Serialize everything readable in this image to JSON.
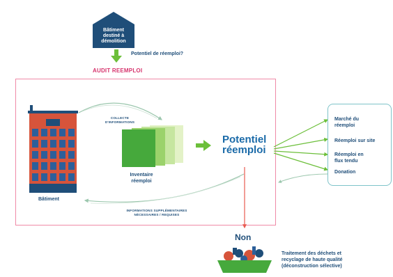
{
  "top": {
    "building_lines": [
      "Bâtiment",
      "destiné à",
      "démolition"
    ],
    "question": "Potentiel de réemploi?"
  },
  "audit": {
    "label": "AUDIT REEMPLOI",
    "building_label": "Bâtiment",
    "collecte_lines": [
      "COLLECTE",
      "D'INFORMATIONS"
    ],
    "inventory_lines": [
      "Inventaire",
      "réemploi"
    ],
    "info_lines": [
      "INFORMATIONS SUPPLÉMENTAIRES",
      "NÉCESSAIRES / REQUISES"
    ]
  },
  "potentiel": [
    "Potentiel",
    "réemploi"
  ],
  "outcomes": [
    [
      "Marché du",
      "réemploi"
    ],
    [
      "Réemploi sur site"
    ],
    [
      "Réemploi en",
      "flux tendu"
    ],
    [
      "Donation"
    ]
  ],
  "bottom": {
    "non_label": "Non",
    "treatment_lines": [
      "Traitement des déchets et",
      "recyclage de haute qualité",
      "(déconstruction sélective)"
    ]
  },
  "colors": {
    "navy": "#1f4e79",
    "pink": "#ef8aa7",
    "green": "#6cbf3a",
    "teal": "#7ec3c9",
    "brick": "#d6543b",
    "red_arrow": "#e85a4f"
  }
}
